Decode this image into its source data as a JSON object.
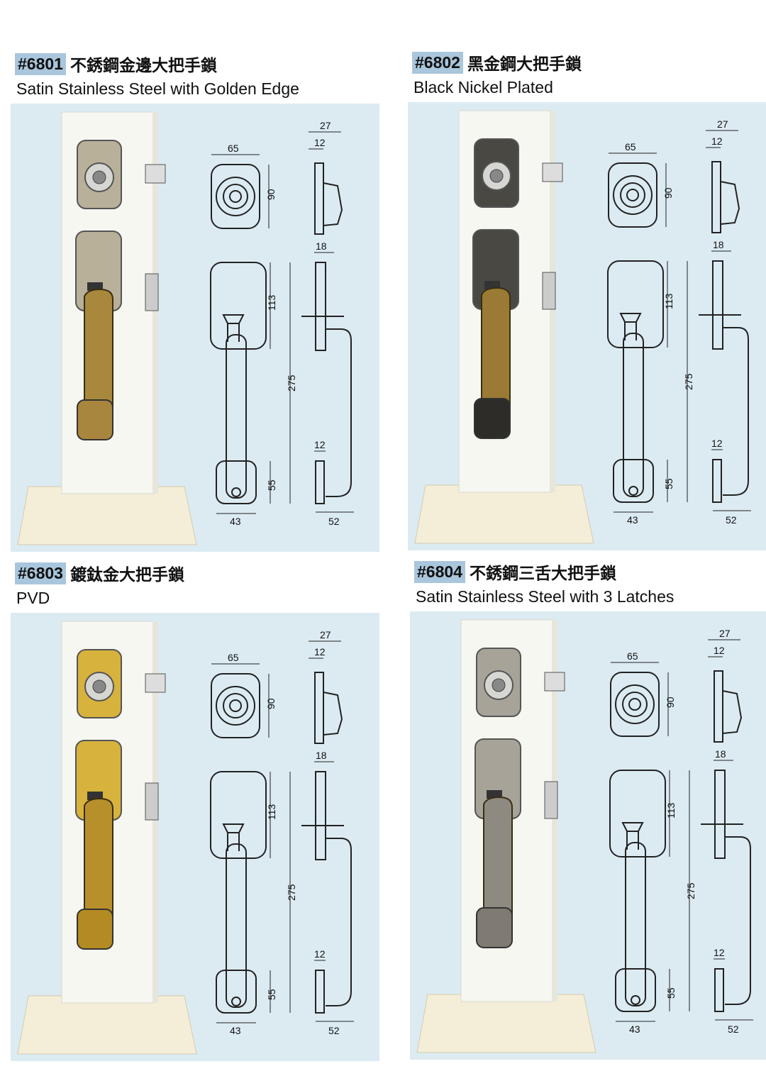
{
  "products": [
    {
      "code": "#6801",
      "name_zh": "不銹鋼金邊大把手鎖",
      "name_en": "Satin Stainless Steel with Golden Edge",
      "finish": {
        "plate": "#b9b09a",
        "edge": "#a8863e",
        "handle": "#a8883c"
      }
    },
    {
      "code": "#6802",
      "name_zh": "黑金鋼大把手鎖",
      "name_en": "Black Nickel Plated",
      "finish": {
        "plate": "#4a4843",
        "edge": "#2e2c28",
        "handle": "#9a7a35"
      }
    },
    {
      "code": "#6803",
      "name_zh": "鍍鈦金大把手鎖",
      "name_en": "PVD",
      "finish": {
        "plate": "#d7b23d",
        "edge": "#b48b22",
        "handle": "#b7902c"
      }
    },
    {
      "code": "#6804",
      "name_zh": "不銹鋼三舌大把手鎖",
      "name_en": "Satin Stainless Steel with 3 Latches",
      "finish": {
        "plate": "#a7a399",
        "edge": "#7f7b72",
        "handle": "#8e8a81"
      }
    }
  ],
  "dimensions": {
    "deadbolt_width": "65",
    "deadbolt_height": "90",
    "side_total": "27",
    "side_thin": "12",
    "handle_plate_height": "113",
    "overall_height": "275",
    "bottom_plate_height": "55",
    "bottom_width": "43",
    "handle_thickness": "18",
    "bottom_thin": "12",
    "handle_depth": "52"
  },
  "colors": {
    "panel": "#dcebf2",
    "code_bg": "#a9c6dc"
  }
}
